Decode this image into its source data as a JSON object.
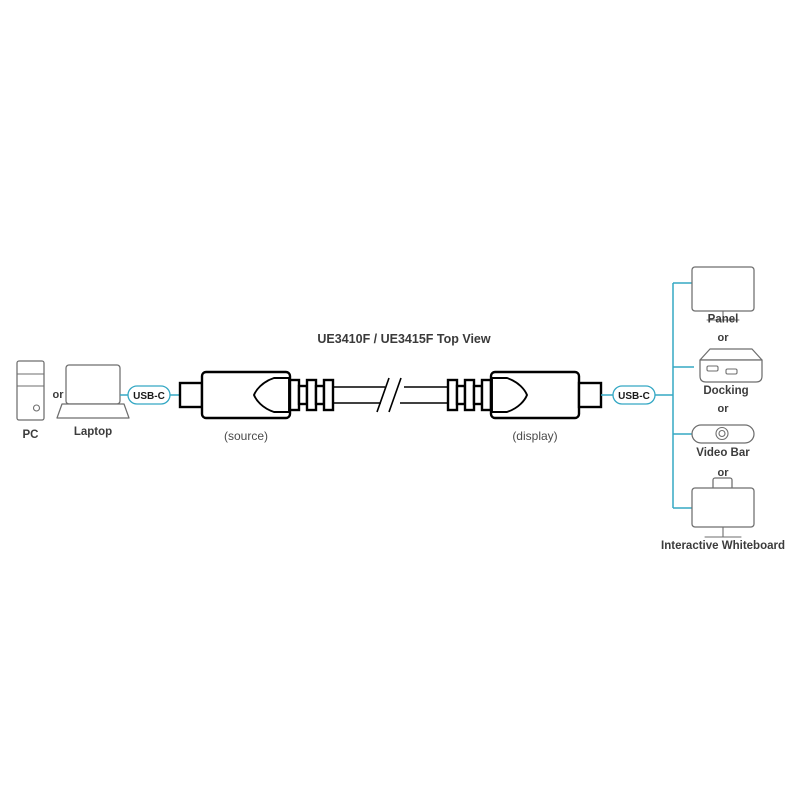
{
  "diagram": {
    "title": "UE3410F / UE3415F Top View",
    "source_label": "(source)",
    "display_label": "(display)",
    "accent_color": "#35a8c4",
    "line_color": "#000000",
    "device_outline_color": "#6e6e6e",
    "text_color": "#3c3c3c",
    "background_color": "#ffffff"
  },
  "left": {
    "devices": [
      {
        "name": "PC",
        "label": "PC",
        "icon": "pc-tower-icon"
      },
      {
        "name": "Laptop",
        "label": "Laptop",
        "icon": "laptop-icon"
      }
    ],
    "separator": "or",
    "badge": {
      "label": "USB-C",
      "icon": "usb-c-badge-icon"
    }
  },
  "right": {
    "badge": {
      "label": "USB-C",
      "icon": "usb-c-badge-icon"
    },
    "devices": [
      {
        "name": "Panel",
        "label": "Panel",
        "icon": "monitor-icon"
      },
      {
        "name": "Docking",
        "label": "Docking",
        "icon": "docking-station-icon"
      },
      {
        "name": "Video Bar",
        "label": "Video Bar",
        "icon": "video-bar-icon"
      },
      {
        "name": "Interactive Whiteboard",
        "label": "Interactive Whiteboard",
        "icon": "interactive-whiteboard-icon"
      }
    ],
    "separators": [
      "or",
      "or",
      "or"
    ]
  },
  "cable": {
    "source_connector_label": "(source)",
    "display_connector_label": "(display)",
    "break_symbol": "double-slash-break"
  }
}
